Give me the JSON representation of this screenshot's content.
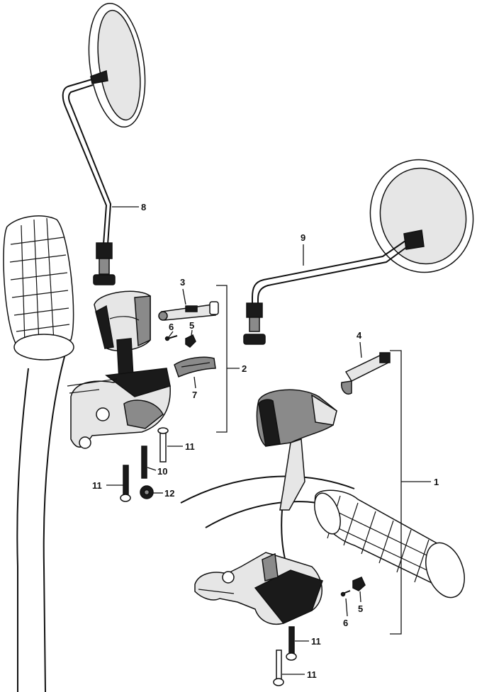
{
  "callouts": {
    "c1": "1",
    "c2": "2",
    "c3": "3",
    "c4": "4",
    "c5a": "5",
    "c5b": "5",
    "c6a": "6",
    "c6b": "6",
    "c7": "7",
    "c8": "8",
    "c9": "9",
    "c10": "10",
    "c11a": "11",
    "c11b": "11",
    "c11c": "11",
    "c11d": "11",
    "c12": "12"
  }
}
